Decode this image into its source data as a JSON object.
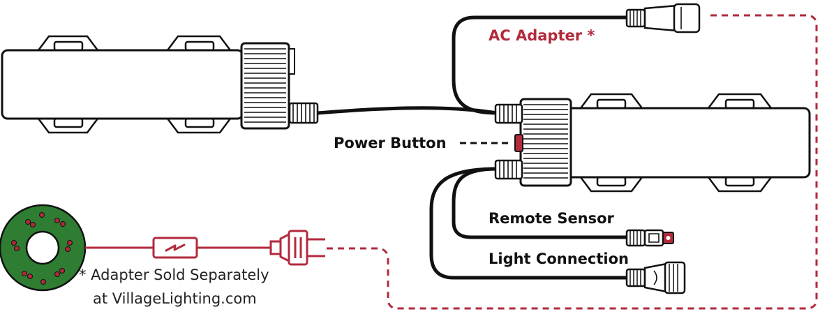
{
  "labels": {
    "ac_adapter": "AC Adapter *",
    "power_button": "Power Button",
    "remote_sensor": "Remote Sensor",
    "light_connection": "Light Connection"
  },
  "note": {
    "line1": "* Adapter Sold Separately",
    "line2": "at VillageLighting.com"
  },
  "colors": {
    "accent": "#b22a3c",
    "ink": "#111111",
    "wreath": "#2e7d32",
    "berry": "#b22a3c"
  },
  "icons": {
    "battery_left": "battery-pack-icon",
    "battery_right": "battery-pack-icon",
    "wreath": "wreath-icon",
    "plug": "power-plug-icon",
    "fuse": "fuse-icon"
  }
}
